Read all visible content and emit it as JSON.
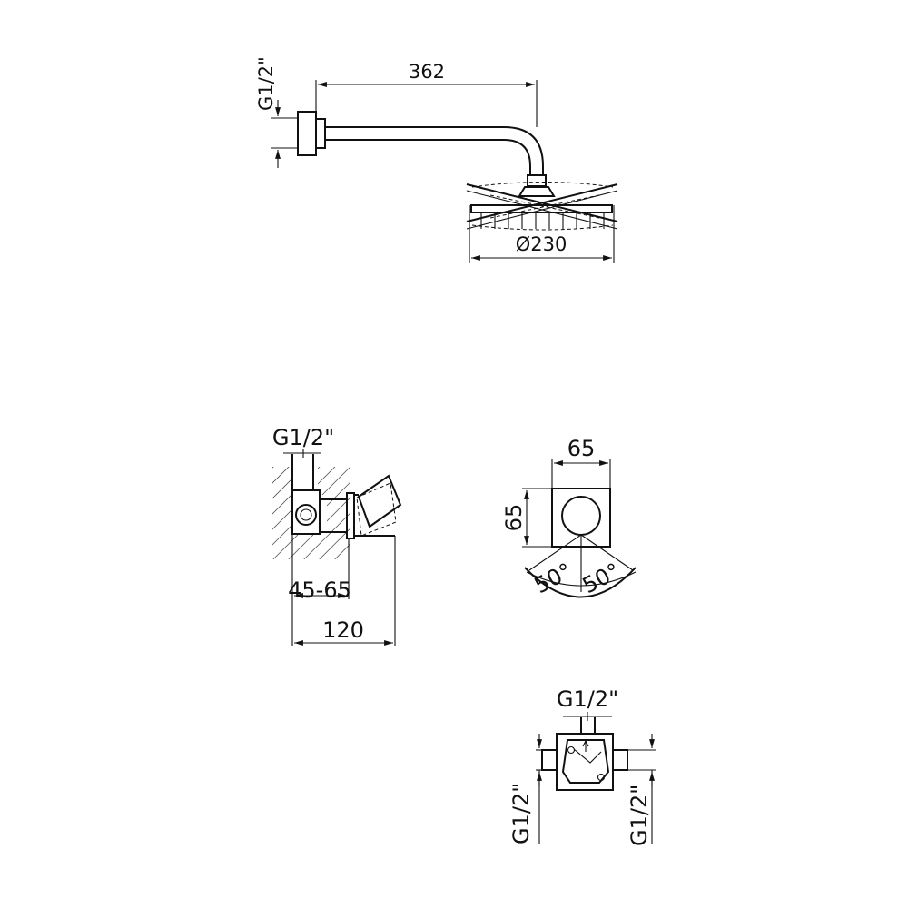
{
  "top_view": {
    "thread_label": "G1/2\"",
    "arm_length": "362",
    "head_diameter": "Ø230"
  },
  "side_view": {
    "thread_label": "G1/2\"",
    "wall_depth": "45-65",
    "total_depth": "120"
  },
  "front_view": {
    "width": "65",
    "height": "65",
    "angle_left": "50°",
    "angle_right": "50°"
  },
  "bottom_view": {
    "top_thread": "G1/2\"",
    "left_thread": "G1/2\"",
    "right_thread": "G1/2\""
  }
}
